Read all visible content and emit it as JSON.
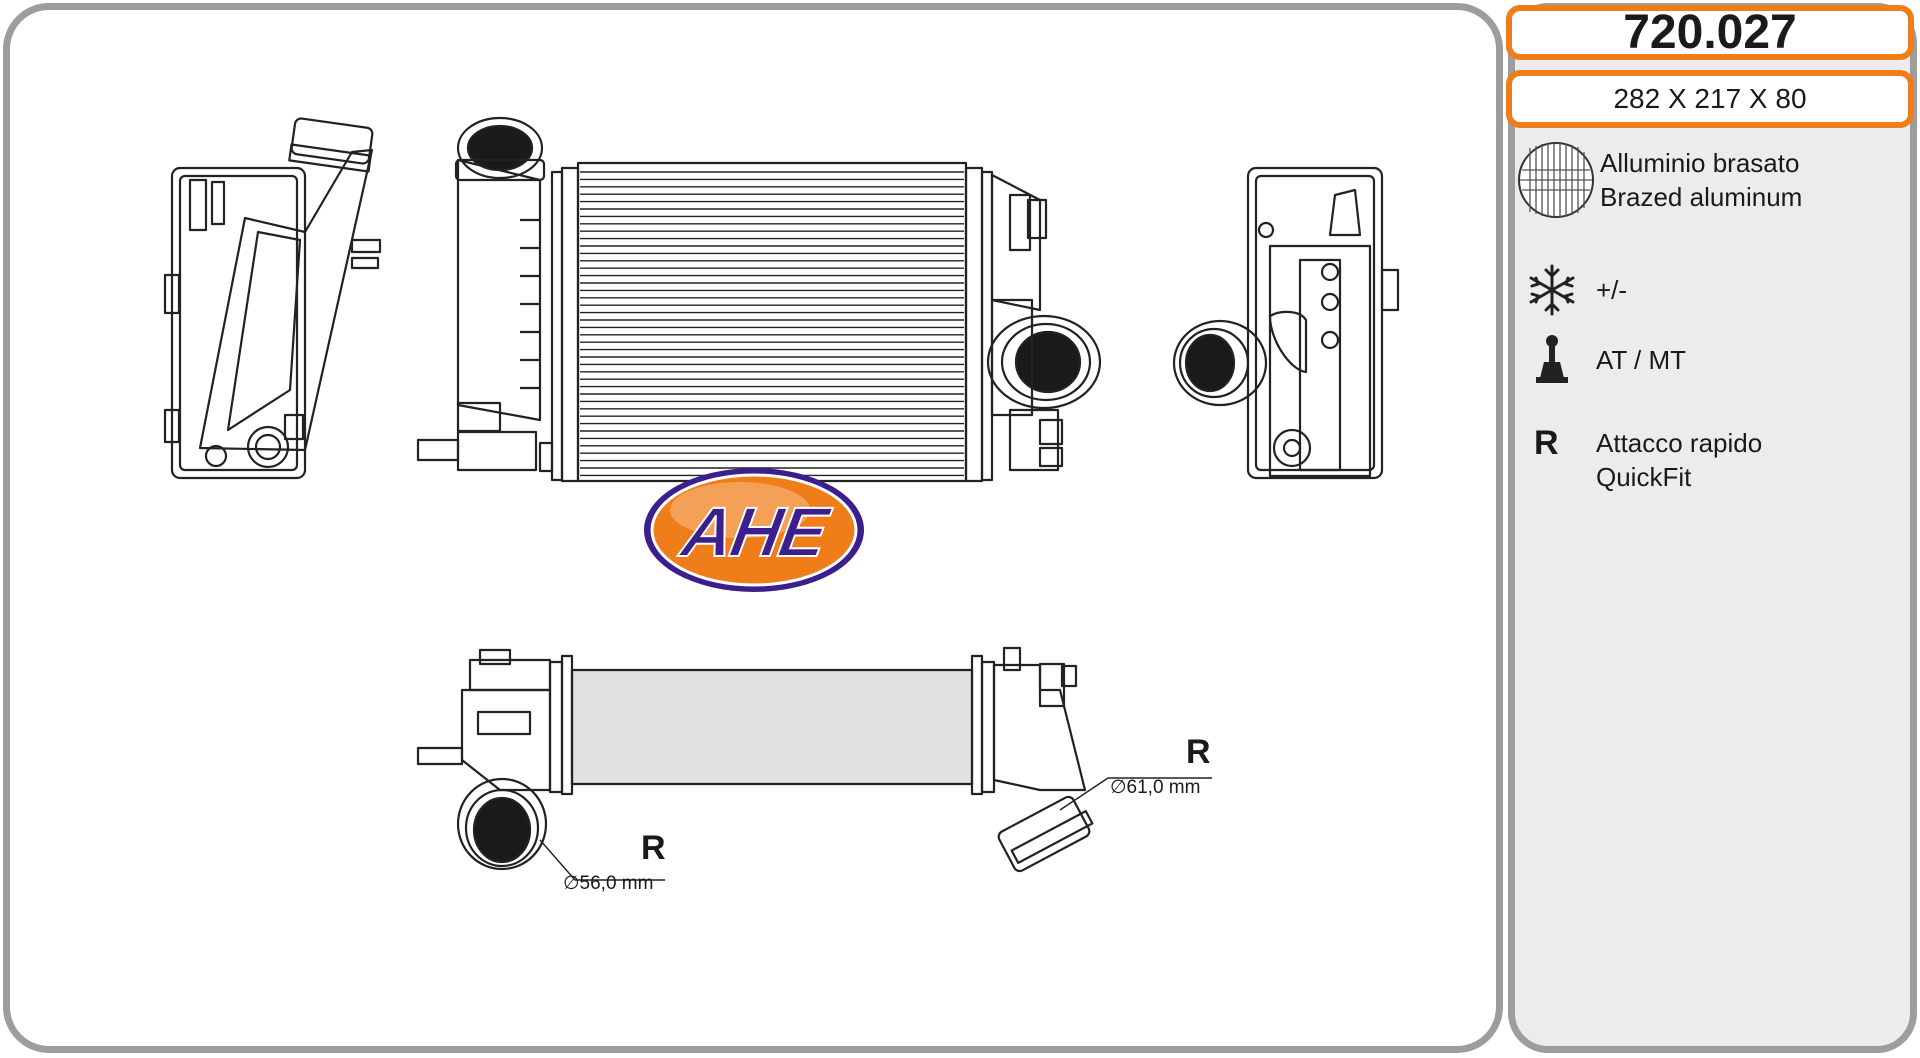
{
  "product": {
    "code": "720.027",
    "dimensions": "282 X 217 X 80"
  },
  "brand": {
    "logo_text": "AHE",
    "colors": {
      "orange": "#ef7d1a",
      "purple": "#3b1f8c",
      "border_gray": "#9d9d9d"
    }
  },
  "features": [
    {
      "icon": "brazed-aluminum-icon",
      "lines": [
        "Alluminio brasato",
        "Brazed aluminum"
      ]
    },
    {
      "icon": "snowflake-icon",
      "lines": [
        "+/-"
      ]
    },
    {
      "icon": "gear-shift-icon",
      "lines": [
        "AT / MT"
      ]
    },
    {
      "icon": "R",
      "lines": [
        "Attacco rapido",
        "QuickFit"
      ]
    }
  ],
  "connections": [
    {
      "type_label": "R",
      "diameter": "∅56,0 mm"
    },
    {
      "type_label": "R",
      "diameter": "∅61,0 mm"
    }
  ]
}
